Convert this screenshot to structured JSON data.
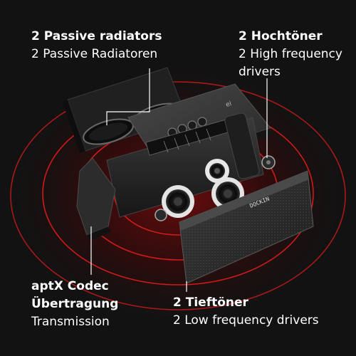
{
  "colors": {
    "background": "#121212",
    "glow": "#8a0a0a",
    "ring": "#d11a1a",
    "text": "#ffffff",
    "leader": "#ffffff"
  },
  "annotations": {
    "passive_radiators": {
      "line1": "2 Passive radiators",
      "line2": "2 Passive Radiatoren"
    },
    "high_frequency": {
      "line1": "2 Hochtöner",
      "line2": "2 High frequency",
      "line3": "drivers"
    },
    "aptx": {
      "line1": "aptX Codec",
      "line2": "Übertragung",
      "line3": "Transmission"
    },
    "low_frequency": {
      "line1": "2 Tieftöner",
      "line2": "2 Low frequency drivers"
    }
  },
  "product": {
    "top_panel_brand": "ei",
    "grille_logo": "DOCKIN"
  },
  "icons": [
    "passive-radiator-icon",
    "tweeter-icon",
    "woofer-icon",
    "control-button-icon"
  ]
}
